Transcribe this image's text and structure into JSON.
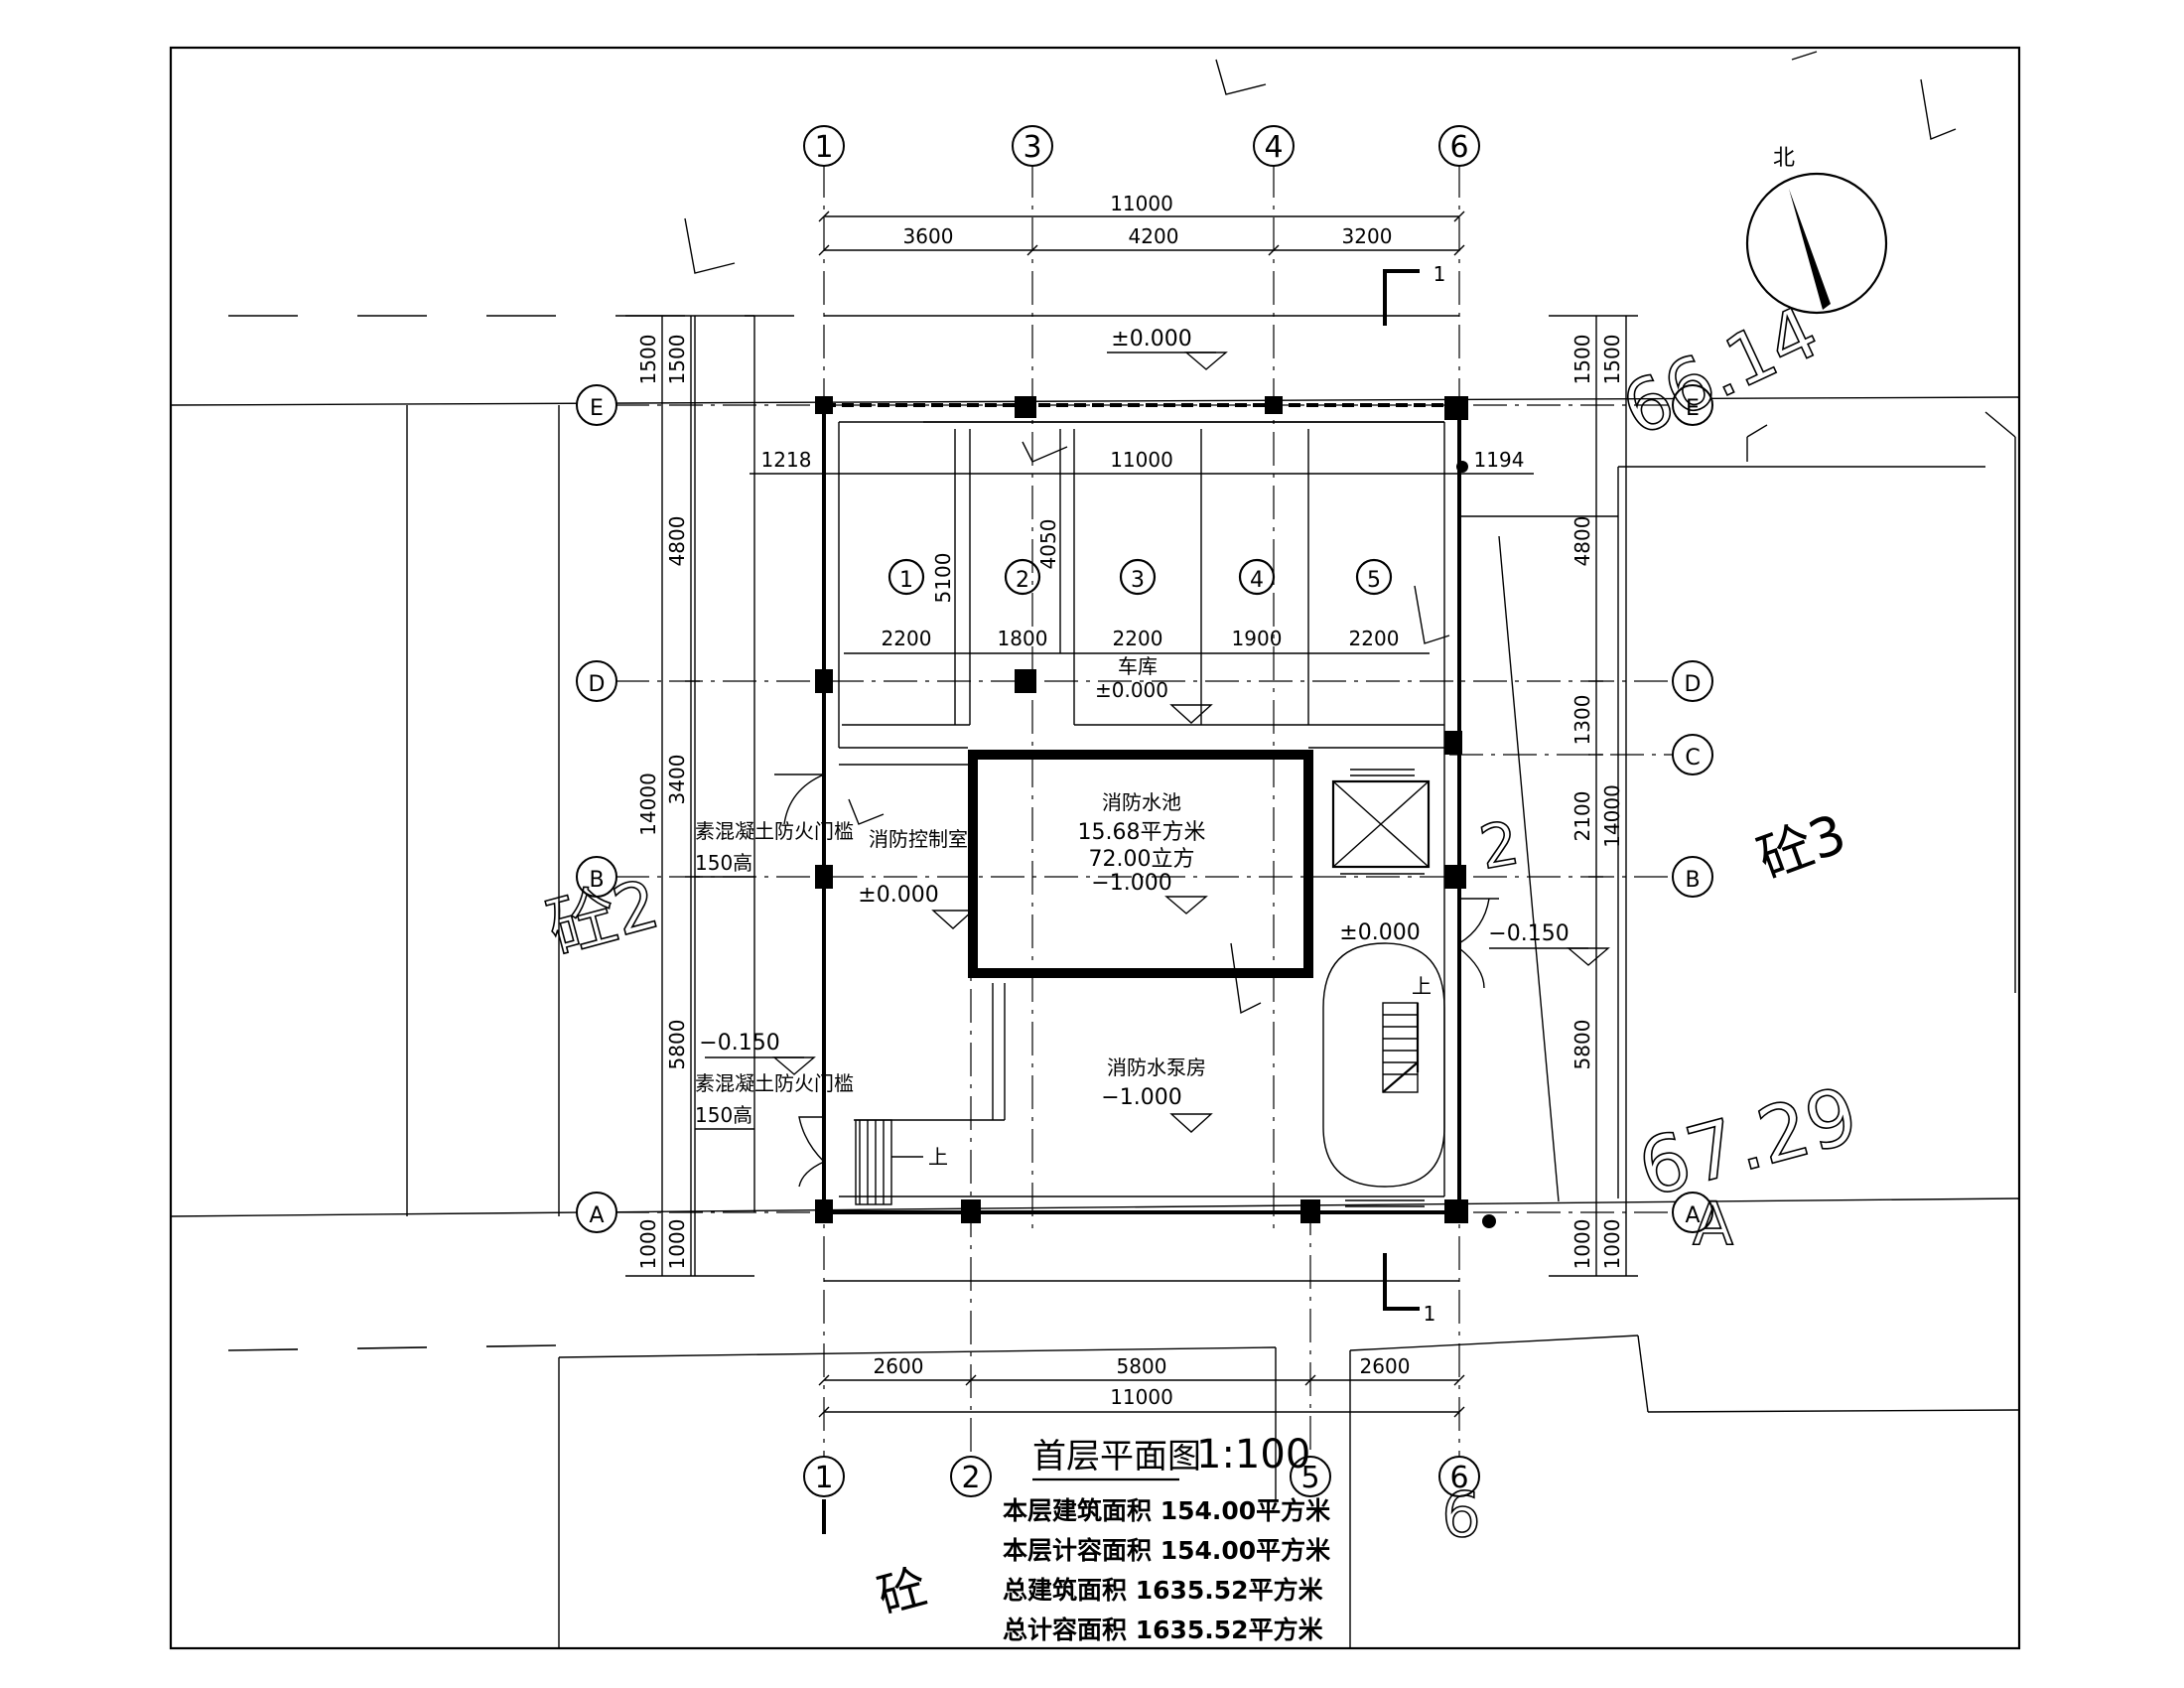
{
  "drawing": {
    "title": "首层平面图",
    "scale": "1:100",
    "area_lines": [
      "本层建筑面积 154.00平方米",
      "本层计容面积 154.00平方米",
      "总建筑面积 1635.52平方米",
      "总计容面积 1635.52平方米"
    ],
    "north_label": "北"
  },
  "axes": {
    "top": [
      "1",
      "3",
      "4",
      "6"
    ],
    "bottom": [
      "1",
      "2",
      "5",
      "6"
    ],
    "left": [
      "E",
      "D",
      "B",
      "A"
    ],
    "right": [
      "E",
      "D",
      "C",
      "B",
      "A"
    ]
  },
  "dims": {
    "top_total": "11000",
    "top_parts": [
      "3600",
      "4200",
      "3200"
    ],
    "bottom_total": "11000",
    "bottom_parts": [
      "2600",
      "5800",
      "2600"
    ],
    "left_total": "14000",
    "left_outer": [
      "1500",
      "1000"
    ],
    "left_inner": [
      "1500",
      "4800",
      "3400",
      "5800",
      "1000"
    ],
    "right_total": "14000",
    "right_outer": [
      "1500",
      "1000"
    ],
    "right_inner": [
      "1500",
      "4800",
      "1300",
      "2100",
      "5800",
      "1000"
    ],
    "garage_total": "11000",
    "garage_left": "1218",
    "garage_right": "1194",
    "bay_widths": [
      "2200",
      "1800",
      "2200",
      "1900",
      "2200"
    ],
    "bay_depth_1": "5100",
    "bay_depth_2": "4050"
  },
  "parking_numbers": [
    "1",
    "2",
    "3",
    "4",
    "5"
  ],
  "rooms": {
    "garage": "车库",
    "control_room": "消防控制室",
    "pool": "消防水池",
    "pool_area": "15.68平方米",
    "pool_volume": "72.00立方",
    "pump_room": "消防水泵房"
  },
  "elevations": {
    "outside_top": "±0.000",
    "garage": "±0.000",
    "control": "±0.000",
    "pool": "−1.000",
    "pump": "−1.000",
    "stair": "±0.000",
    "left_door": "−0.150",
    "right_door": "−0.150"
  },
  "notes": {
    "fire_door": "素混凝土防火门槛",
    "fire_door_height": "150高"
  },
  "stair_labels": {
    "up": "上"
  },
  "section": {
    "mark": "1"
  },
  "site_marks": {
    "c2": "砼2",
    "c3": "砼3",
    "c1": "砼",
    "n2": "2",
    "n6614": "66.14",
    "n6729": "67.29",
    "letter_a": "A",
    "digit_6": "6"
  }
}
